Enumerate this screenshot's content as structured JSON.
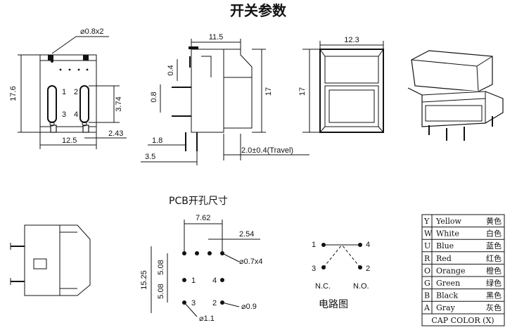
{
  "title": "开关参数",
  "front_view": {
    "hole_dim": "⌀0.8x2",
    "height": "17.6",
    "pitch_v": "3.74",
    "width": "12.5",
    "offset": "2.43",
    "pins": [
      "1",
      "2",
      "3",
      "4"
    ]
  },
  "side_view": {
    "width": "11.5",
    "d1": "0.4",
    "d2": "0.8",
    "height": "17",
    "d3": "1.8",
    "d4": "3.5",
    "travel": "2.0±0.4(Travel)"
  },
  "cap_view": {
    "width": "12.3",
    "height": "17"
  },
  "pcb": {
    "title": "PCB开孔尺寸",
    "d1": "7.62",
    "d2": "2.54",
    "hole4": "⌀0.7x4",
    "h_total": "15.25",
    "h1": "5.08",
    "h2": "5.08",
    "hole2": "⌀0.9",
    "hole1": "⌀1.1",
    "pins": [
      "1",
      "4",
      "3",
      "2"
    ]
  },
  "circuit": {
    "title": "电路图",
    "nc": "N.C.",
    "no": "N.O.",
    "pins": [
      "1",
      "4",
      "3",
      "2"
    ]
  },
  "colors": {
    "rows": [
      {
        "code": "Y",
        "en": "Yellow",
        "cn": "黄色"
      },
      {
        "code": "W",
        "en": "White",
        "cn": "白色"
      },
      {
        "code": "U",
        "en": "Blue",
        "cn": "蓝色"
      },
      {
        "code": "R",
        "en": "Red",
        "cn": "红色"
      },
      {
        "code": "O",
        "en": "Orange",
        "cn": "橙色"
      },
      {
        "code": "G",
        "en": "Green",
        "cn": "绿色"
      },
      {
        "code": "B",
        "en": "Black",
        "cn": "黑色"
      },
      {
        "code": "A",
        "en": "Gray",
        "cn": "灰色"
      }
    ],
    "footer": "CAP COLOR (X)"
  }
}
